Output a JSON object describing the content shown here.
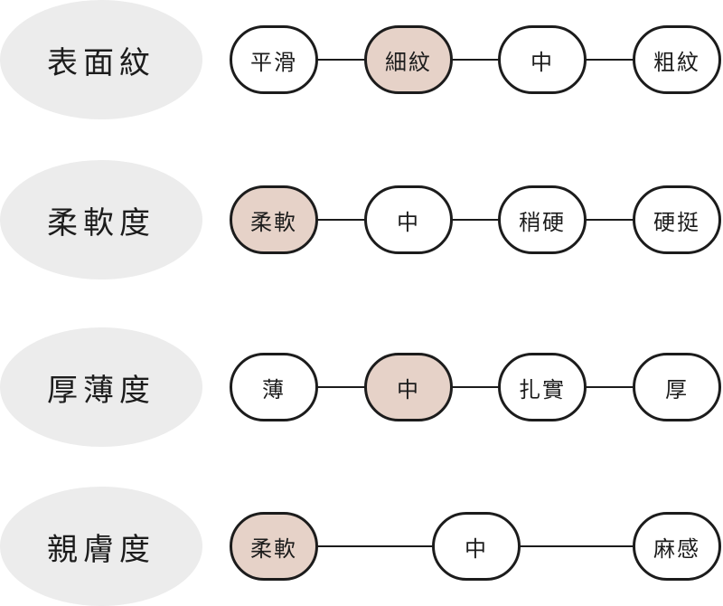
{
  "accent_color": "#e6d2c8",
  "rows": [
    {
      "category": "表面紋",
      "options": [
        {
          "label": "平滑",
          "selected": false
        },
        {
          "label": "細紋",
          "selected": true
        },
        {
          "label": "中",
          "selected": false
        },
        {
          "label": "粗紋",
          "selected": false
        }
      ]
    },
    {
      "category": "柔軟度",
      "options": [
        {
          "label": "柔軟",
          "selected": true
        },
        {
          "label": "中",
          "selected": false
        },
        {
          "label": "稍硬",
          "selected": false
        },
        {
          "label": "硬挺",
          "selected": false
        }
      ]
    },
    {
      "category": "厚薄度",
      "options": [
        {
          "label": "薄",
          "selected": false
        },
        {
          "label": "中",
          "selected": true
        },
        {
          "label": "扎實",
          "selected": false
        },
        {
          "label": "厚",
          "selected": false
        }
      ]
    },
    {
      "category": "親膚度",
      "options": [
        {
          "label": "柔軟",
          "selected": true
        },
        {
          "label": "中",
          "selected": false
        },
        {
          "label": "麻感",
          "selected": false
        }
      ]
    }
  ]
}
